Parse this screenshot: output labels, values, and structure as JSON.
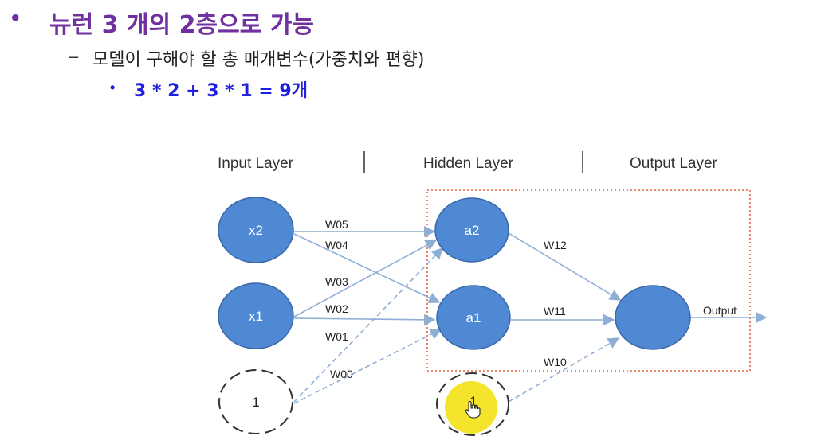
{
  "slide": {
    "bullet_l1": "•",
    "line1": "뉴런 3 개의 2층으로 가능",
    "dash_l2": "–",
    "line2": "모델이 구해야 할 총 매개변수(가중치와 편향)",
    "bullet_l3": "•",
    "line3": "3 * 2 + 3 * 1 = 9개"
  },
  "diagram": {
    "layers": [
      "Input Layer",
      "Hidden Layer",
      "Output Layer"
    ],
    "nodes": {
      "x2": "x2",
      "x1": "x1",
      "bias_input": "1",
      "a2": "a2",
      "a1": "a1",
      "bias_hidden": "1",
      "output_node": ""
    },
    "weights": {
      "w05": "W05",
      "w04": "W04",
      "w03": "W03",
      "w02": "W02",
      "w01": "W01",
      "w00": "W00",
      "w12": "W12",
      "w11": "W11",
      "w10": "W10"
    },
    "output_label": "Output"
  },
  "colors": {
    "title_purple": "#7030a0",
    "subtitle_blue": "#1f1fe0",
    "node_fill": "#4f88d3",
    "node_stroke": "#3a68a8",
    "arrow": "#8eaed6",
    "box_dotted": "#e8633a",
    "cursor_highlight": "#f4e21a"
  }
}
